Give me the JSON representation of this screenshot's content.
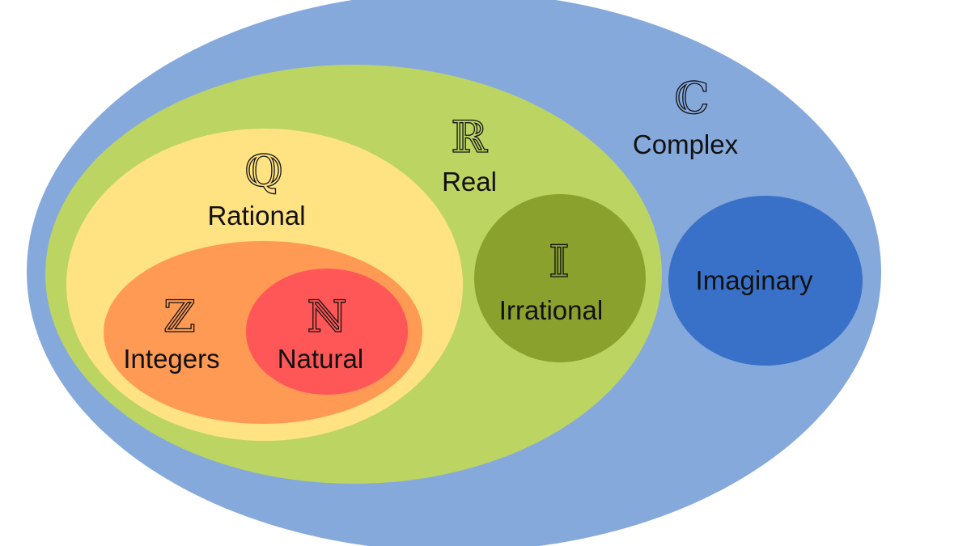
{
  "title": "Number Sets",
  "sets": {
    "complex": {
      "symbol": "ℂ",
      "label": "Complex",
      "color": "#86A9DC"
    },
    "real": {
      "symbol": "ℝ",
      "label": "Real",
      "color": "#BCD462"
    },
    "rational": {
      "symbol": "ℚ",
      "label": "Rational",
      "color": "#FFE382"
    },
    "integers": {
      "symbol": "ℤ",
      "label": "Integers",
      "color": "#FF9A55"
    },
    "natural": {
      "symbol": "ℕ",
      "label": "Natural",
      "color": "#FF5757"
    },
    "irrational": {
      "symbol": "𝕀",
      "label": "Irrational",
      "color": "#8AA12E"
    },
    "imaginary": {
      "symbol": "",
      "label": "Imaginary",
      "color": "#3A71C8"
    }
  },
  "hierarchy": {
    "complex": [
      "real",
      "imaginary"
    ],
    "real": [
      "rational",
      "irrational"
    ],
    "rational": [
      "integers"
    ],
    "integers": [
      "natural"
    ]
  }
}
